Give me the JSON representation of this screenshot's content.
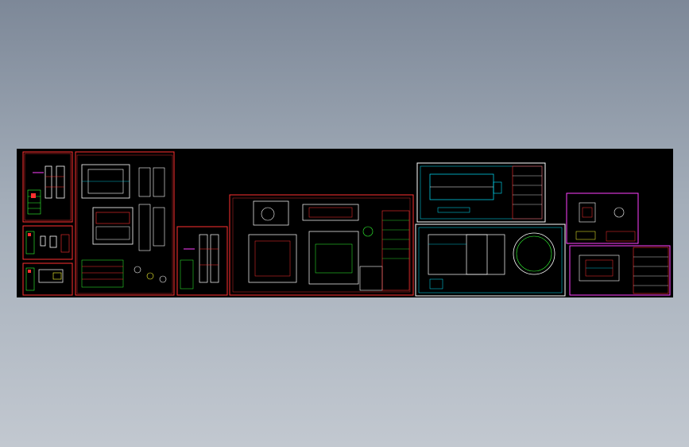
{
  "viewer": {
    "background_top": "#7d8898",
    "background_bottom": "#c2c8d0",
    "canvas_color": "#000000"
  },
  "sheets": [
    {
      "id": "sheet-1",
      "frame_color": "#ff3030",
      "kind": "part-drawing"
    },
    {
      "id": "sheet-2",
      "frame_color": "#ff3030",
      "kind": "part-drawing"
    },
    {
      "id": "sheet-3",
      "frame_color": "#ff3030",
      "kind": "part-drawing"
    },
    {
      "id": "sheet-4",
      "frame_color": "#ff3030",
      "kind": "assembly-drawing"
    },
    {
      "id": "sheet-5",
      "frame_color": "#ff3030",
      "kind": "part-drawing"
    },
    {
      "id": "sheet-6",
      "frame_color": "#ff3030",
      "kind": "general-assembly"
    },
    {
      "id": "sheet-7",
      "frame_color": "#ffffff",
      "kind": "cylinder-drawing"
    },
    {
      "id": "sheet-8",
      "frame_color": "#ffffff",
      "kind": "vessel-drawing"
    },
    {
      "id": "sheet-9",
      "frame_color": "#ff40ff",
      "kind": "detail-drawing"
    },
    {
      "id": "sheet-10",
      "frame_color": "#ff40ff",
      "kind": "detail-drawing"
    }
  ],
  "palette": {
    "red": "#ff3030",
    "white": "#ffffff",
    "cyan": "#00e5ff",
    "yellow": "#ffff33",
    "green": "#33ff33",
    "magenta": "#ff40ff"
  }
}
